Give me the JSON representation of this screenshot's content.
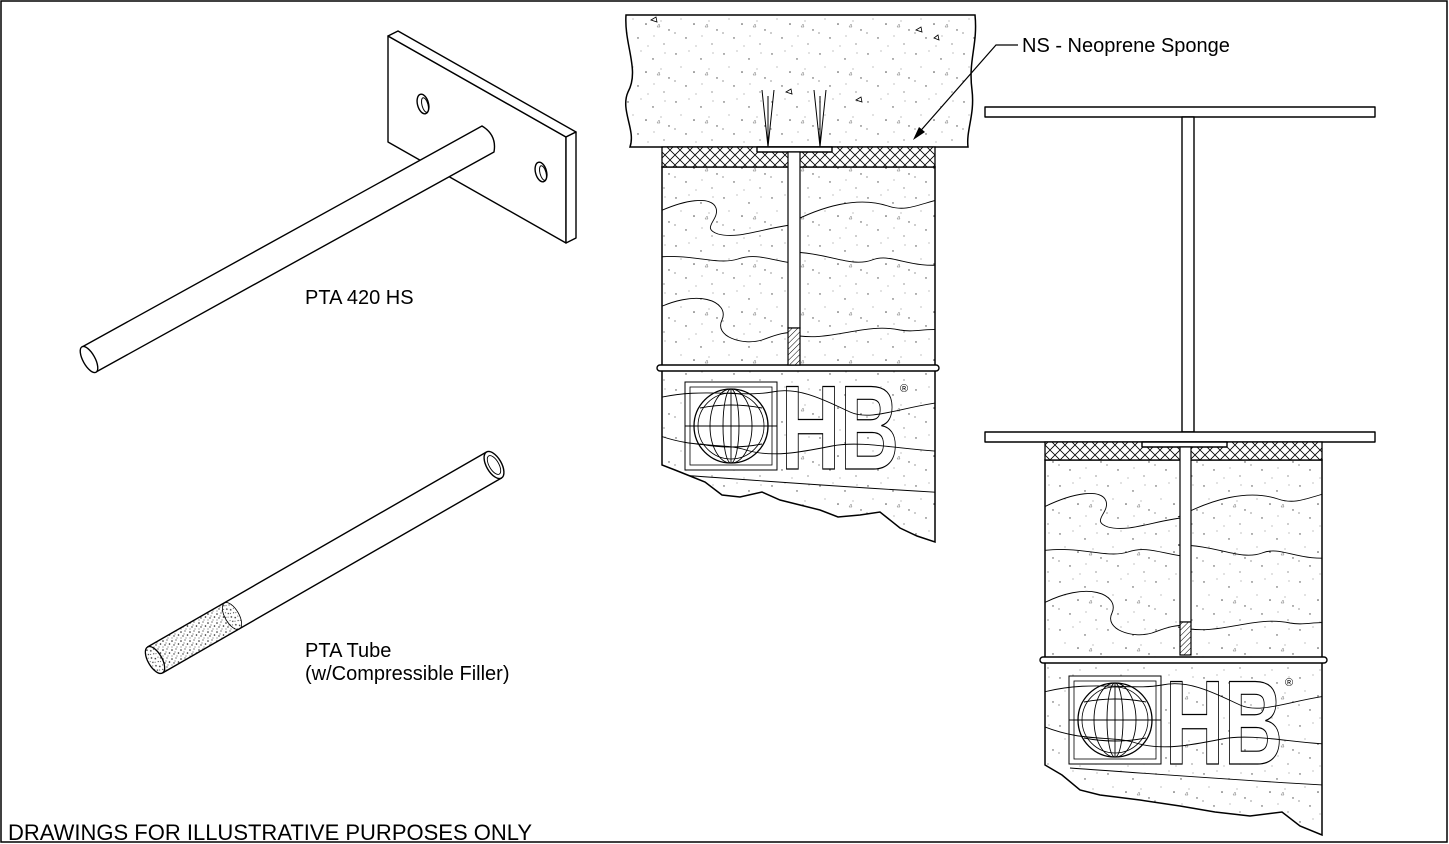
{
  "labels": {
    "pta_420_hs": "PTA 420 HS",
    "pta_tube_line1": "PTA Tube",
    "pta_tube_line2": "(w/Compressible Filler)",
    "neoprene_sponge": "NS - Neoprene Sponge",
    "disclaimer": "DRAWINGS FOR ILLUSTRATIVE PURPOSES ONLY"
  },
  "logo": {
    "letters": "HB",
    "registered_mark": "®"
  },
  "colors": {
    "line": "#000000",
    "paper": "#ffffff"
  }
}
